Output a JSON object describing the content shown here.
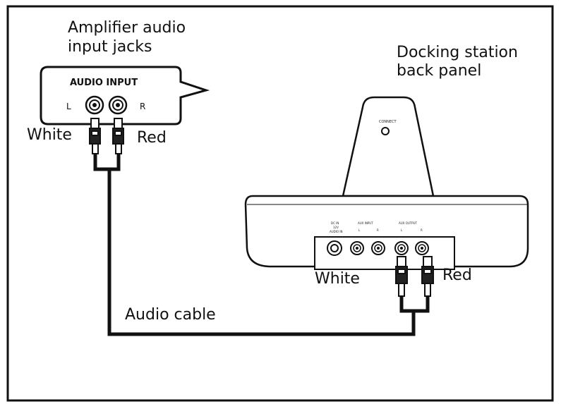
{
  "labels": {
    "amplifier_line1": "Amplifier audio",
    "amplifier_line2": "input jacks",
    "audio_input": "AUDIO INPUT",
    "left_channel": "L",
    "right_channel": "R",
    "white_amp": "White",
    "red_amp": "Red",
    "dock_line1": "Docking station",
    "dock_line2": "back panel",
    "white_dock": "White",
    "red_dock": "Red",
    "audio_cable": "Audio cable"
  },
  "colors": {
    "outline": "#111111",
    "background": "#ffffff",
    "panel_fill": "#ffffff"
  }
}
